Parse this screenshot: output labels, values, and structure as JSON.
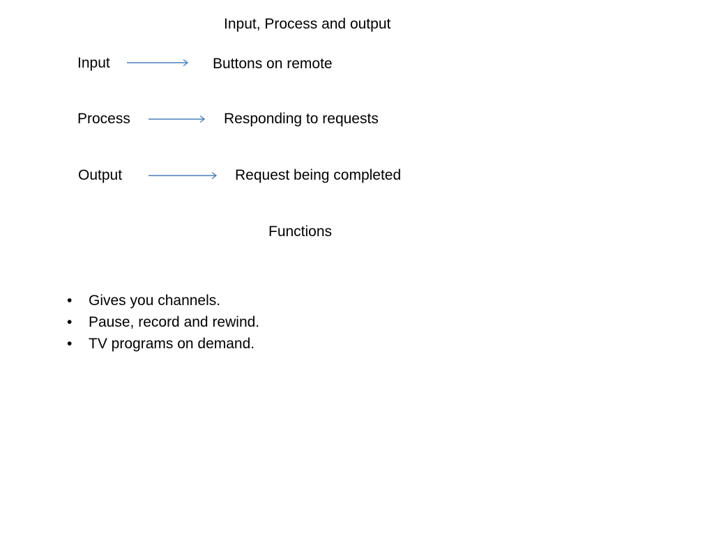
{
  "slide": {
    "title": "Input, Process and output",
    "rows": [
      {
        "term": "Input",
        "description": "Buttons on remote"
      },
      {
        "term": "Process",
        "description": "Responding to requests"
      },
      {
        "term": "Output",
        "description": "Request being completed"
      }
    ],
    "functions_heading": "Functions",
    "bullet_glyph": "•",
    "functions": [
      "Gives you channels.",
      "Pause, record and rewind.",
      "TV programs on demand."
    ],
    "arrow_color": "#4a7ebb"
  }
}
